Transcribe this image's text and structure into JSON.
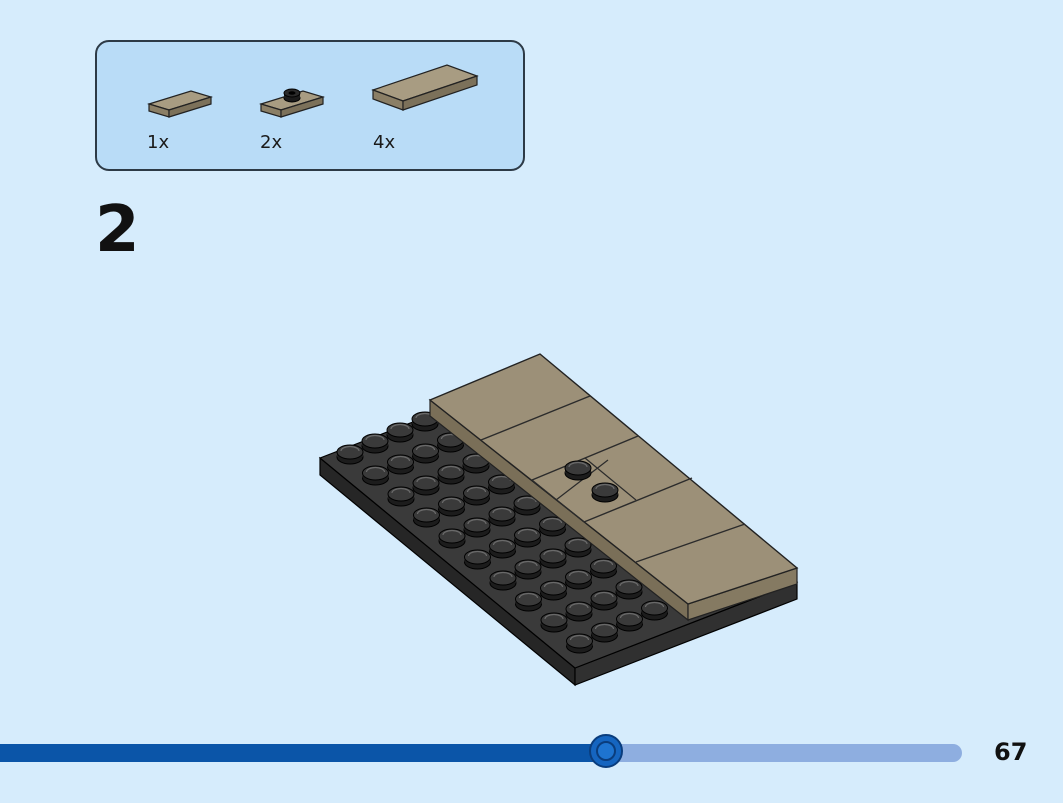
{
  "parts": [
    {
      "name": "tile-1x2",
      "qty": "1x"
    },
    {
      "name": "jumper-plate-1x2",
      "qty": "2x"
    },
    {
      "name": "tile-2x4",
      "qty": "4x"
    }
  ],
  "step": {
    "number": "2"
  },
  "progress": {
    "fraction": 0.63
  },
  "page": {
    "number": "67"
  },
  "colors": {
    "background": "#d6ecfc",
    "parts_box": "#b9dcf7",
    "tan": "#958a73",
    "baseplate": "#2f2f2f",
    "progress_fill": "#0b55a8",
    "progress_track": "#8eaee0"
  }
}
